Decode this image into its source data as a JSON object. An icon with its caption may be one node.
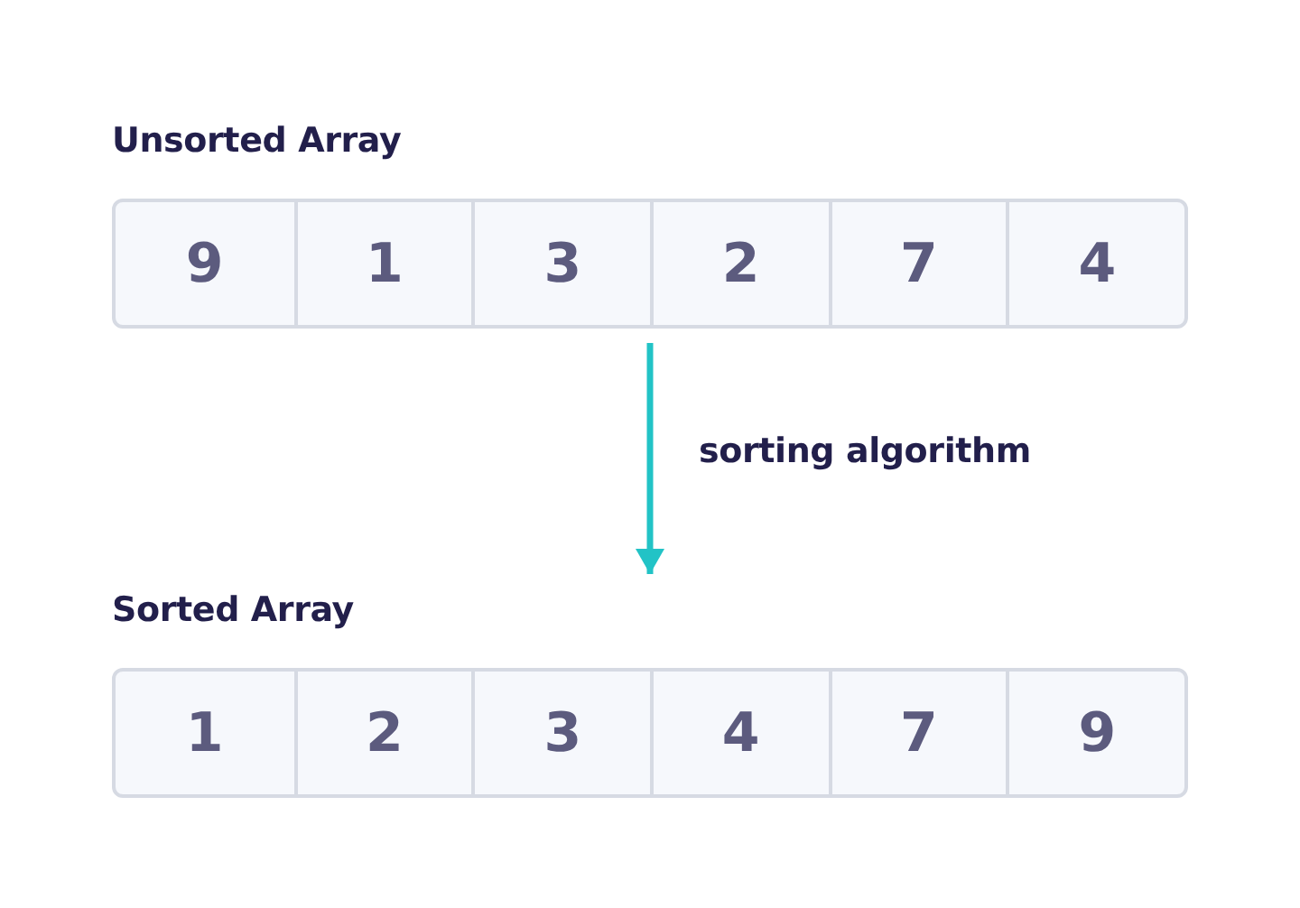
{
  "diagram": {
    "nodes": [
      {
        "text": [
          "Unsorted Array"
        ]
      },
      {
        "text": [
          "9"
        ],
        "in": 0
      },
      {
        "text": [
          "1"
        ],
        "in": 0
      },
      {
        "text": [
          "3"
        ],
        "in": 0
      },
      {
        "text": [
          "2"
        ],
        "in": 0
      },
      {
        "text": [
          "7"
        ],
        "in": 0
      },
      {
        "text": [
          "4"
        ],
        "in": 0
      },
      {
        "text": [
          "Sorted Array"
        ]
      },
      {
        "text": [
          "1"
        ],
        "in": 7
      },
      {
        "text": [
          "2"
        ],
        "in": 7
      },
      {
        "text": [
          "3"
        ],
        "in": 7
      },
      {
        "text": [
          "4"
        ],
        "in": 7
      },
      {
        "text": [
          "7"
        ],
        "in": 7
      },
      {
        "text": [
          "9"
        ],
        "in": 7
      }
    ],
    "edges": [
      {
        "from": 0,
        "to": 7,
        "arrow": "to",
        "label": "sorting algorithm",
        "color": "#22c3c6"
      }
    ]
  }
}
